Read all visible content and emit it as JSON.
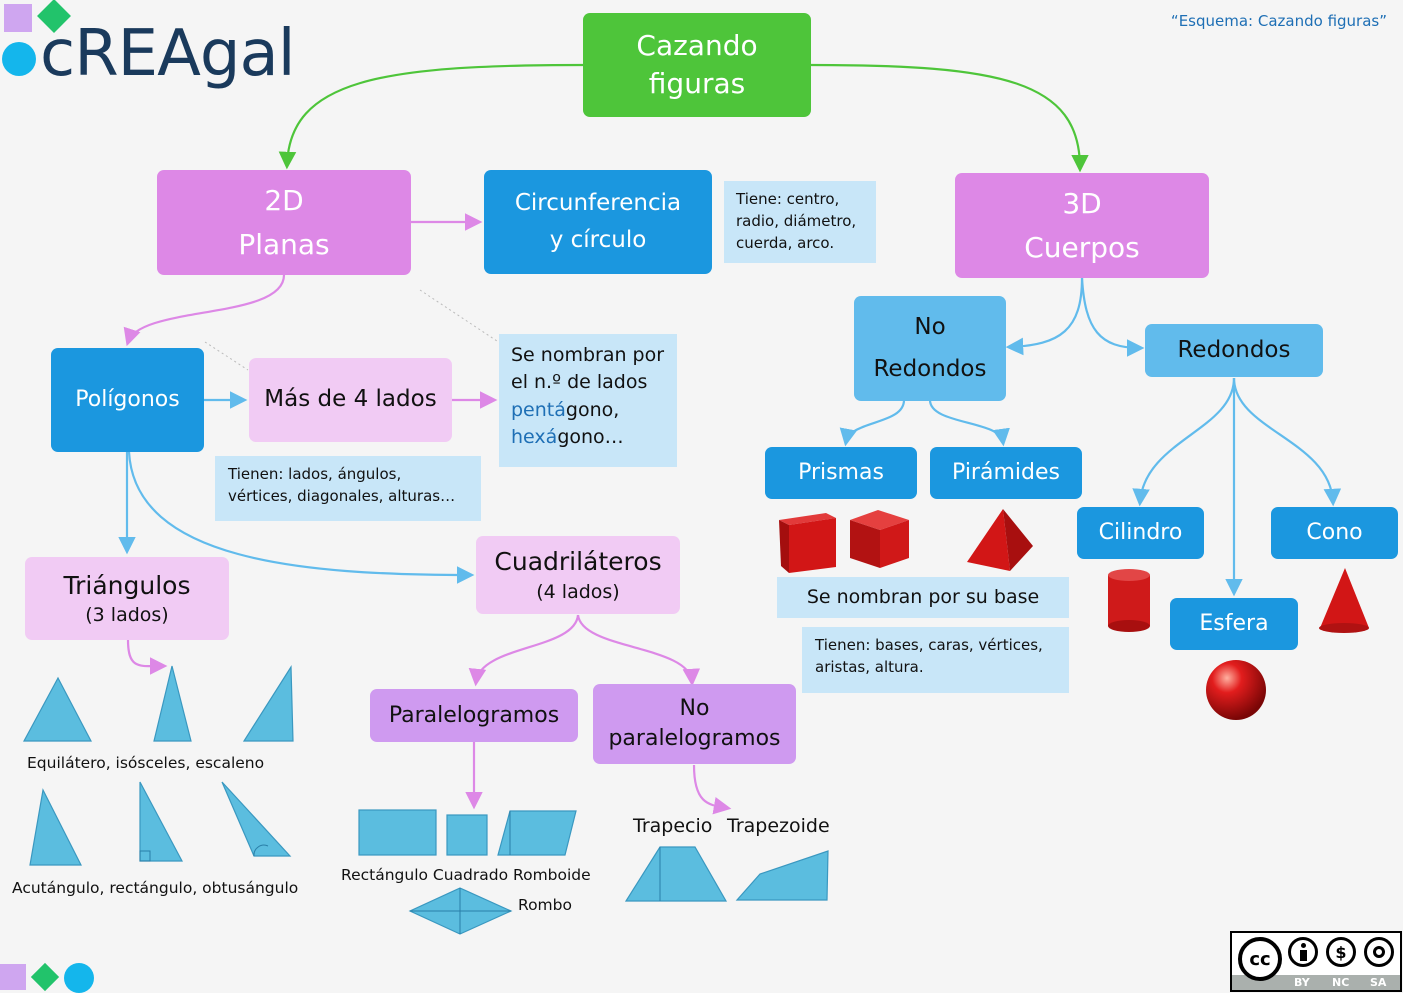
{
  "brand": {
    "name": "cREAgal",
    "caption": "“Esquema: Cazando figuras”"
  },
  "colors": {
    "green": "#4ec53a",
    "magenta": "#dd88e6",
    "blue": "#1b97df",
    "light_blue": "#61bbec",
    "pink": "#f1cbf4",
    "violet": "#cf9af0",
    "note": "#c8e6f8",
    "red_solid": "#d7191a"
  },
  "nodes": {
    "root": {
      "line1": "Cazando",
      "line2": "figuras"
    },
    "d2": {
      "line1": "2D",
      "line2": "Planas"
    },
    "d3": {
      "line1": "3D",
      "line2": "Cuerpos"
    },
    "circ": {
      "line1": "Circunferencia",
      "line2": "y círculo"
    },
    "poligonos": "Polígonos",
    "mas4": "Más de 4 lados",
    "triangulos": {
      "line1": "Triángulos",
      "line2": "(3 lados)"
    },
    "cuadrilateros": {
      "line1": "Cuadriláteros",
      "line2": "(4 lados)"
    },
    "paralelogramos": "Paralelogramos",
    "no_paralelogramos": {
      "line1": "No",
      "line2": "paralelogramos"
    },
    "no_redondos": {
      "line1": "No",
      "line2": "Redondos"
    },
    "redondos": "Redondos",
    "prismas": "Prismas",
    "piramides": "Pirámides",
    "cilindro": "Cilindro",
    "esfera": "Esfera",
    "cono": "Cono"
  },
  "notes": {
    "circ": {
      "l1": "Tiene: centro,",
      "l2": "radio, diámetro,",
      "l3": "cuerda, arco."
    },
    "nombran": {
      "l1": "Se nombran por",
      "l2": "el n.º de lados",
      "l3a": "pent",
      "l3b": "á",
      "l3c": "gono,",
      "l4a": "hex",
      "l4b": "á",
      "l4c": "gono…"
    },
    "tienen2d": {
      "l1": "Tienen: lados, ángulos,",
      "l2": "vértices, diagonales, alturas…"
    },
    "base": "Se nombran por su base",
    "tienen3d": {
      "l1": "Tienen: bases, caras, vértices,",
      "l2": "aristas, altura."
    }
  },
  "captions": {
    "tri_sides": "Equilátero, isósceles, escaleno",
    "tri_angles": "Acutángulo, rectángulo, obtusángulo",
    "paralelo": "Rectángulo Cuadrado Romboide",
    "rombo": "Rombo",
    "trapecio": "Trapecio",
    "trapezoide": "Trapezoide"
  },
  "license": {
    "by": "BY",
    "nc": "NC",
    "sa": "SA",
    "cc": "cc"
  }
}
